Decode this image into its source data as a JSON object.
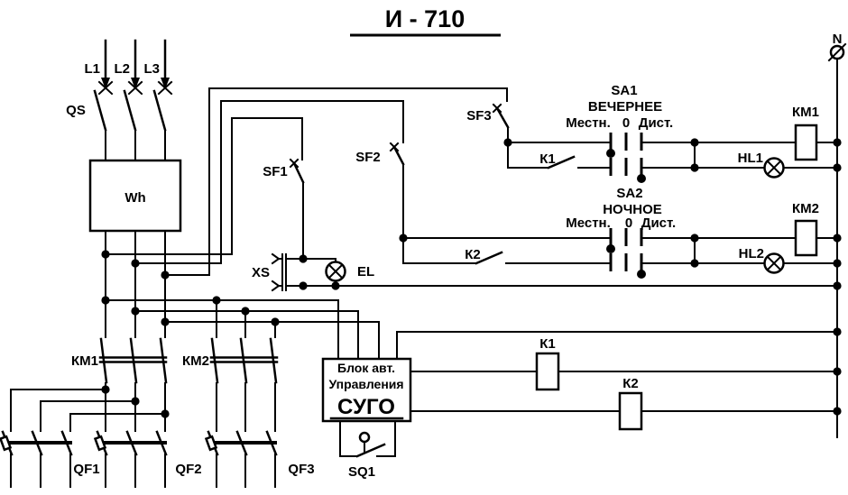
{
  "title": "И - 710",
  "colors": {
    "ink": "#000000",
    "background": "#ffffff"
  },
  "labels": {
    "phase1": "L1",
    "phase2": "L2",
    "phase3": "L3",
    "disconnector": "QS",
    "meter": "Wh",
    "breaker_sf1": "SF1",
    "breaker_sf2": "SF2",
    "breaker_sf3": "SF3",
    "socket": "XS",
    "lamp_el": "EL",
    "contact_k1": "К1",
    "contact_k2": "К2",
    "switch_sa1": "SA1",
    "switch_sa1_mode": "ВЕЧЕРНЕЕ",
    "switch_sa2": "SA2",
    "switch_sa2_mode": "НОЧНОЕ",
    "pos_local_1": "Местн.",
    "pos_zero_1": "0",
    "pos_remote_1": "Дист.",
    "pos_local_2": "Местн.",
    "pos_zero_2": "0",
    "pos_remote_2": "Дист.",
    "coil_km1": "КМ1",
    "coil_km2": "КМ2",
    "lamp_hl1": "HL1",
    "lamp_hl2": "HL2",
    "neutral": "N",
    "contactor_km1": "КМ1",
    "contactor_km2": "КМ2",
    "feeder_qf1": "QF1",
    "feeder_qf2": "QF2",
    "feeder_qf3": "QF3",
    "control_block_line1": "Блок авт.",
    "control_block_line2": "Управления",
    "control_block_line3": "СУГО",
    "limit_switch": "SQ1",
    "relay_k1": "К1",
    "relay_k2": "К2"
  }
}
